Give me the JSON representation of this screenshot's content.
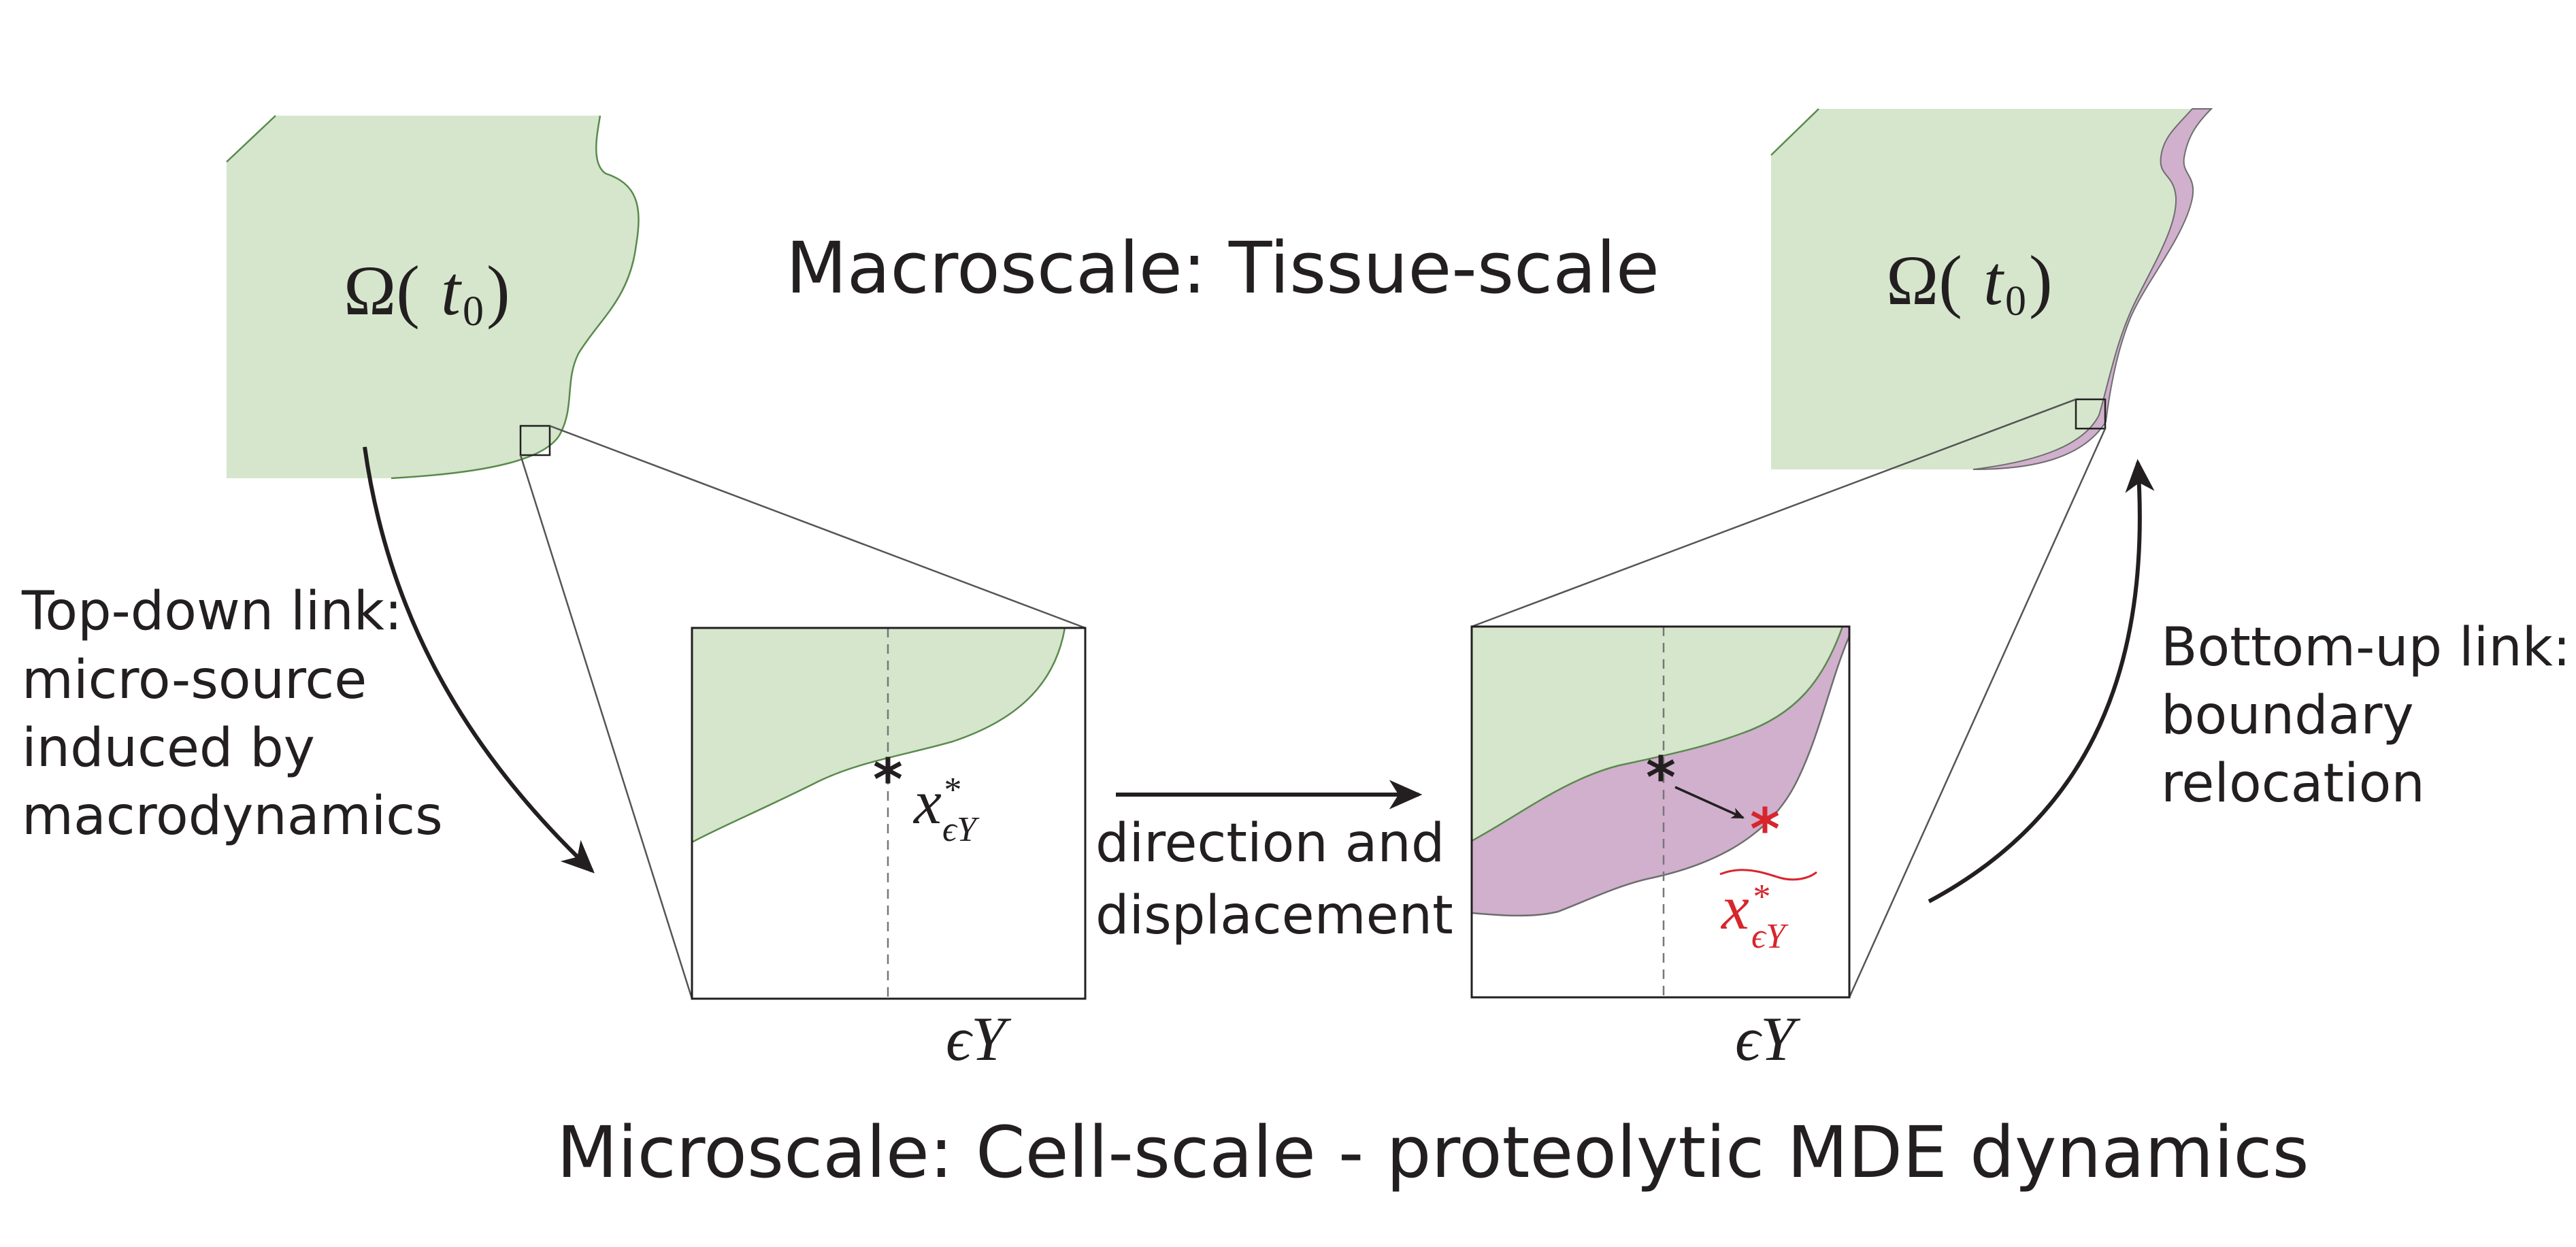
{
  "colors": {
    "tissue": "#d5e6cc",
    "tissue_stroke": "#5a8a4c",
    "degraded": "#d0b0cd",
    "degraded_stroke": "#6e6e6e",
    "ink": "#231f20",
    "highlight": "#d7262d"
  },
  "macro_title": "Macroscale: Tissue-scale",
  "micro_title": "Microscale: Cell-scale - proteolytic MDE dynamics",
  "left_domain": {
    "omega": "Ω(",
    "t": "t",
    "sub": "0",
    "close": ")"
  },
  "right_domain": {
    "omega": "Ω(",
    "t": "t",
    "sub": "0",
    "close": ")"
  },
  "top_down": {
    "lines": [
      "Top-down link:",
      "micro-source",
      "induced by",
      "macrodynamics"
    ]
  },
  "bottom_up": {
    "lines": [
      "Bottom-up link:",
      "boundary",
      "relocation"
    ]
  },
  "middle_arrow": {
    "lines": [
      "direction and",
      "displacement"
    ]
  },
  "cell_left": {
    "star": "*",
    "x_label": "x",
    "x_sup": "*",
    "x_sub": "ϵY",
    "axis_label": "ϵY"
  },
  "cell_right": {
    "star_old": "*",
    "star_new": "*",
    "x_label": "x",
    "x_sup": "*",
    "x_sub": "ϵY",
    "axis_label": "ϵY"
  },
  "icons": {
    "curved_arrow_down": "curved-arrow-down-icon",
    "curved_arrow_up": "curved-arrow-up-icon",
    "straight_arrow_right": "arrow-right-icon"
  }
}
